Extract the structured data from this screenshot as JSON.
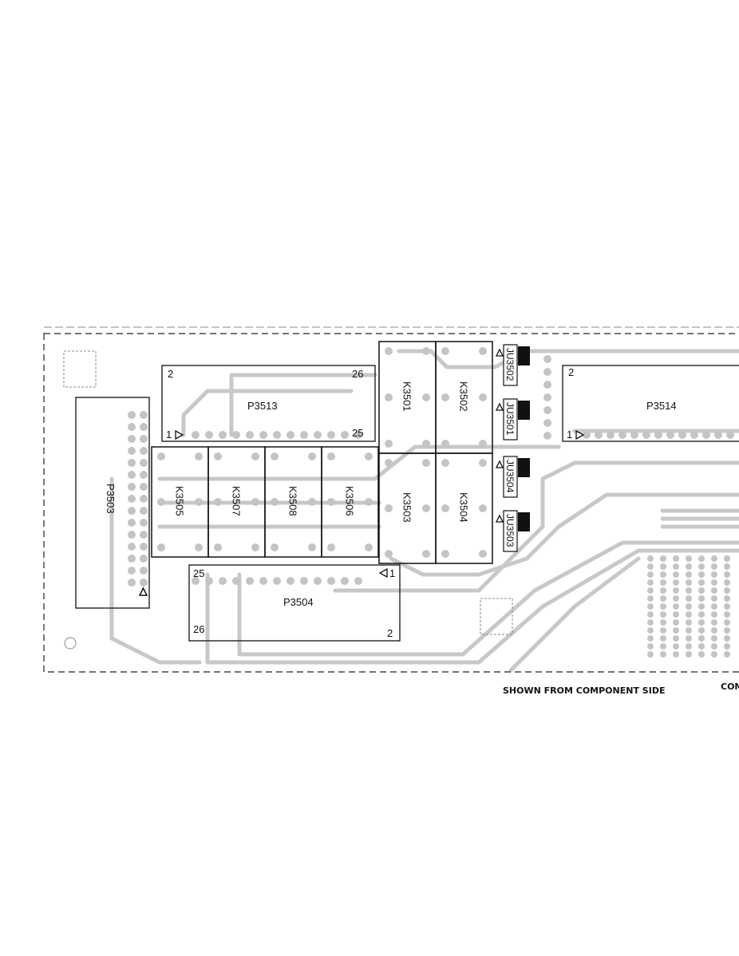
{
  "caption": "SHOWN FROM COMPONENT SIDE",
  "caption_cut": "COM",
  "connectors": {
    "P3503": {
      "label": "P3503"
    },
    "P3513": {
      "label": "P3513",
      "pin_tl": "2",
      "pin_tr": "26",
      "pin_bl": "1",
      "pin_br": "25"
    },
    "P3514": {
      "label": "P3514",
      "pin_tl": "2",
      "pin_bl": "1"
    },
    "P3504": {
      "label": "P3504",
      "pin_tl": "25",
      "pin_tr": "1",
      "pin_bl": "26",
      "pin_br": "2"
    }
  },
  "relays": [
    "K3505",
    "K3507",
    "K3508",
    "K3506",
    "K3501",
    "K3502",
    "K3503",
    "K3504"
  ],
  "jumpers": [
    "JU3502",
    "JU3501",
    "JU3504",
    "JU3503"
  ],
  "colors": {
    "trace": "#c8c8c8",
    "outline": "#111111"
  }
}
